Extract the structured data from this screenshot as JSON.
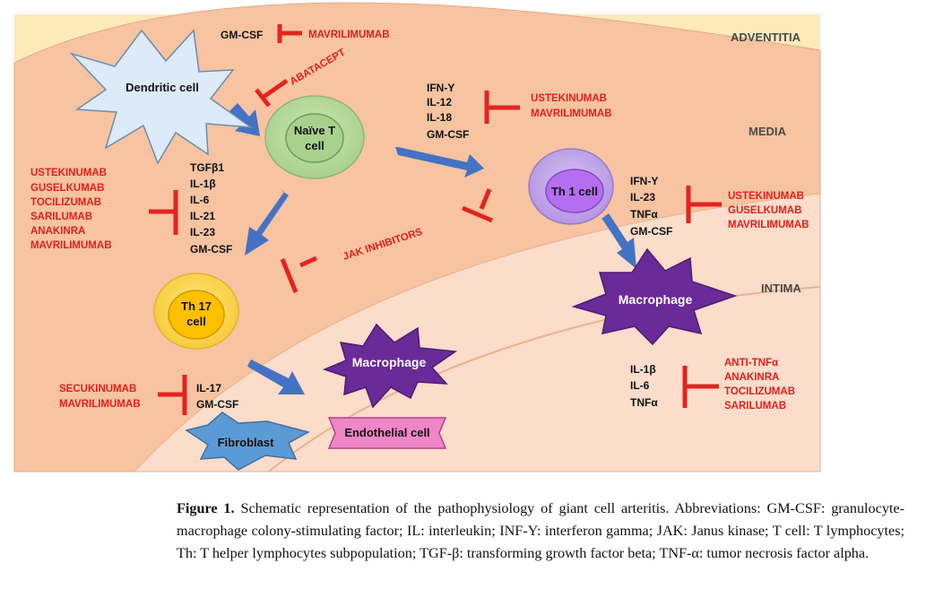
{
  "layers": {
    "adventitia": "ADVENTITIA",
    "media": "MEDIA",
    "intima": "INTIMA"
  },
  "cells": {
    "dendritic": "Dendritic cell",
    "naive_t_1": "Naïve T",
    "naive_t_2": "cell",
    "th1": "Th 1 cell",
    "th17_1": "Th 17",
    "th17_2": "cell",
    "macrophage_right": "Macrophage",
    "macrophage_center": "Macrophage",
    "fibroblast": "Fibroblast",
    "endothelial": "Endothelial cell"
  },
  "cytokines": {
    "top": "GM-CSF",
    "naive_to_th1": [
      "IFN-Υ",
      "IL-12",
      "IL-18",
      "GM-CSF"
    ],
    "naive_to_th17": [
      "TGFβ1",
      "IL-1β",
      "IL-6",
      "IL-21",
      "IL-23",
      "GM-CSF"
    ],
    "th1_output": [
      "IFN-Υ",
      "IL-23",
      "TNFα",
      "GM-CSF"
    ],
    "th17_output": [
      "IL-17",
      "GM-CSF"
    ],
    "macrophage_output": [
      "IL-1β",
      "IL-6",
      "TNFα"
    ]
  },
  "drugs": {
    "top": "MAVRILIMUMAB",
    "abatacept": "ABATACEPT",
    "naive_to_th1": [
      "USTEKINUMAB",
      "MAVRILIMUMAB"
    ],
    "naive_to_th17": [
      "USTEKINUMAB",
      "GUSELKUMAB",
      "TOCILIZUMAB",
      "SARILUMAB",
      "ANAKINRA",
      "MAVRILIMUMAB"
    ],
    "th1_output": [
      "USTEKINUMAB",
      "GUSELKUMAB",
      "MAVRILIMUMAB"
    ],
    "th17_output": [
      "SECUKINUMAB",
      "MAVRILIMUMAB"
    ],
    "macrophage_output": [
      "ANTI-TNFα",
      "ANAKINRA",
      "TOCILIZUMAB",
      "SARILUMAB"
    ],
    "jak": "JAK INHIBITORS"
  },
  "colors": {
    "adventitia": "#fdeab9",
    "media": "#f7c3a1",
    "intima": "#fcdcca",
    "arrow": "#4472c4",
    "inhibitor": "#e3231f",
    "macrophage": "#6a2a98",
    "fibroblast": "#5b9bd5",
    "endothelial": "#ef86c7"
  },
  "caption": {
    "label": "Figure 1.",
    "text": " Schematic representation of the pathophysiology of giant cell arteritis. Abbreviations: GM-CSF: granulocyte-macrophage colony-stimulating factor; IL: interleukin; INF-Υ: interferon gamma; JAK: Janus kinase; T cell: T lymphocytes; Th: T helper lymphocytes subpopulation; TGF-β: transforming growth factor beta; TNF-α: tumor necrosis factor alpha."
  }
}
